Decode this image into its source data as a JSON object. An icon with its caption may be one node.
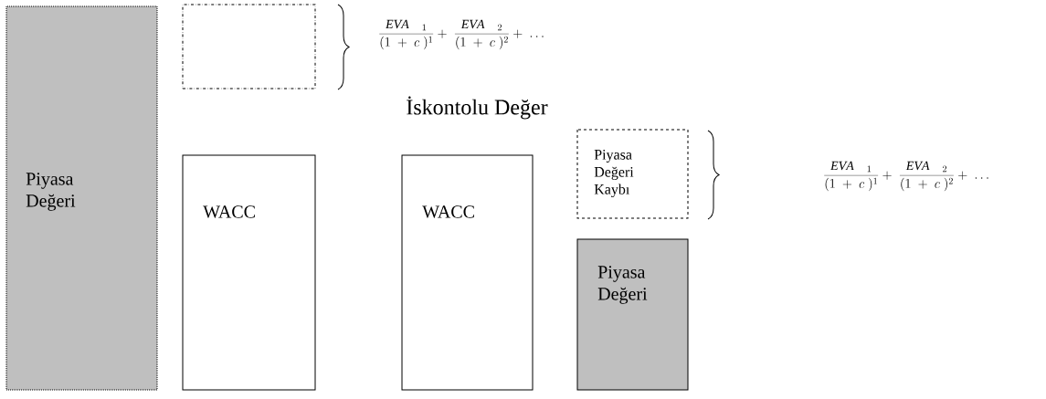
{
  "diagram": {
    "nodes": [
      {
        "text": [
          "Piyasa Değeri"
        ]
      },
      {
        "text": [],
        "shape": "box"
      },
      {
        "text": [
          "WACC"
        ]
      },
      {
        "text": [
          "WACC"
        ]
      },
      {
        "text": [
          "Piyasa Değeri Kaybı"
        ]
      },
      {
        "text": [
          "Piyasa Değeri"
        ]
      }
    ],
    "labels": [
      "\\frac{\\mathit{EVA}\\quad_{1}}{(1\\;+\\;c\\;)^{1}}+\\;\\frac{\\mathit{EVA}\\quad_{2}}{(1\\;+\\;c\\;)^{2}}+\\;\\ldots",
      "İskontolu Değer",
      "\\frac{\\mathit{EVA}\\quad_{1}}{(1\\;+\\;c\\;)^{1}}+\\;\\frac{\\mathit{EVA}\\quad_{2}}{(1\\;+\\;c\\;)^{2}}+\\;\\ldots"
    ]
  }
}
